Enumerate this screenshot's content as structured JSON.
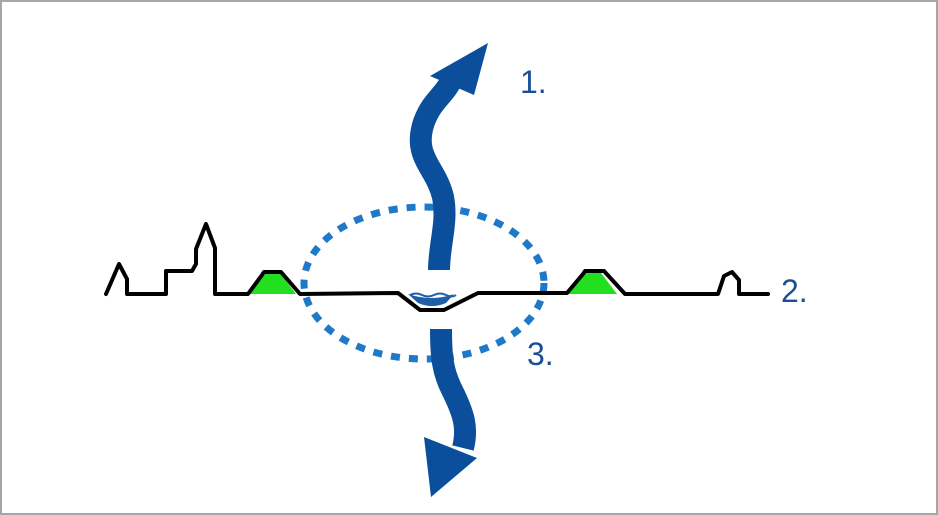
{
  "labels": {
    "one": "1.",
    "two": "2.",
    "three": "3."
  },
  "colors": {
    "arrow": "#0b4f9c",
    "ellipse": "#1f78c8",
    "water": "#1f5fa8",
    "dike_fill": "#22e01f",
    "profile_line": "#000000",
    "label_text": "#1a4f97",
    "frame_border": "#a6a6a6"
  },
  "icons": {
    "upward_arrow": "arrow-up-curved-icon",
    "downward_arrow": "arrow-down-curved-icon"
  }
}
